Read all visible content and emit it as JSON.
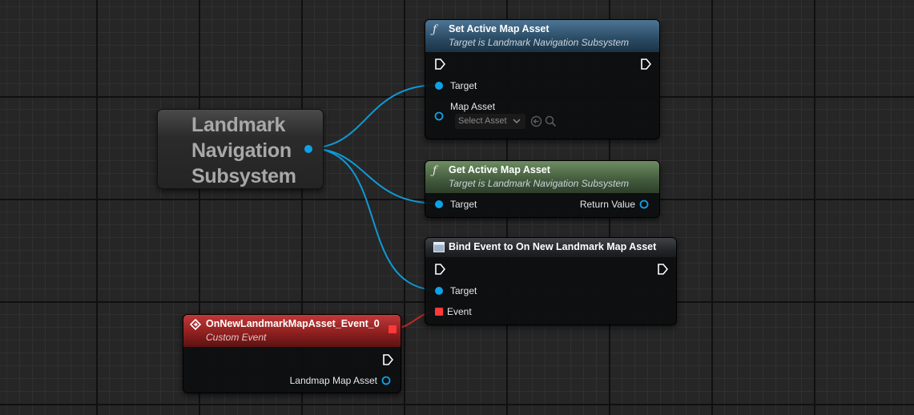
{
  "variable_node": {
    "title_lines": [
      "Landmark",
      "Navigation",
      "Subsystem"
    ]
  },
  "set_active_node": {
    "icon": "ƒ",
    "title": "Set Active Map Asset",
    "subtitle": "Target is Landmark Navigation Subsystem",
    "target_label": "Target",
    "map_asset_label": "Map Asset",
    "select_asset": "Select Asset"
  },
  "get_active_node": {
    "icon": "ƒ",
    "title": "Get Active Map Asset",
    "subtitle": "Target is Landmark Navigation Subsystem",
    "target_label": "Target",
    "return_label": "Return Value"
  },
  "bind_event_node": {
    "title": "Bind Event to On New Landmark Map Asset",
    "target_label": "Target",
    "event_label": "Event"
  },
  "custom_event_node": {
    "title": "OnNewLandmarkMapAsset_Event_0",
    "subtitle": "Custom Event",
    "output_label": "Landmap Map Asset"
  },
  "colors": {
    "object_pin": "#0fa1e6",
    "delegate_pin": "#ff3838",
    "exec_pin": "#ffffff"
  }
}
